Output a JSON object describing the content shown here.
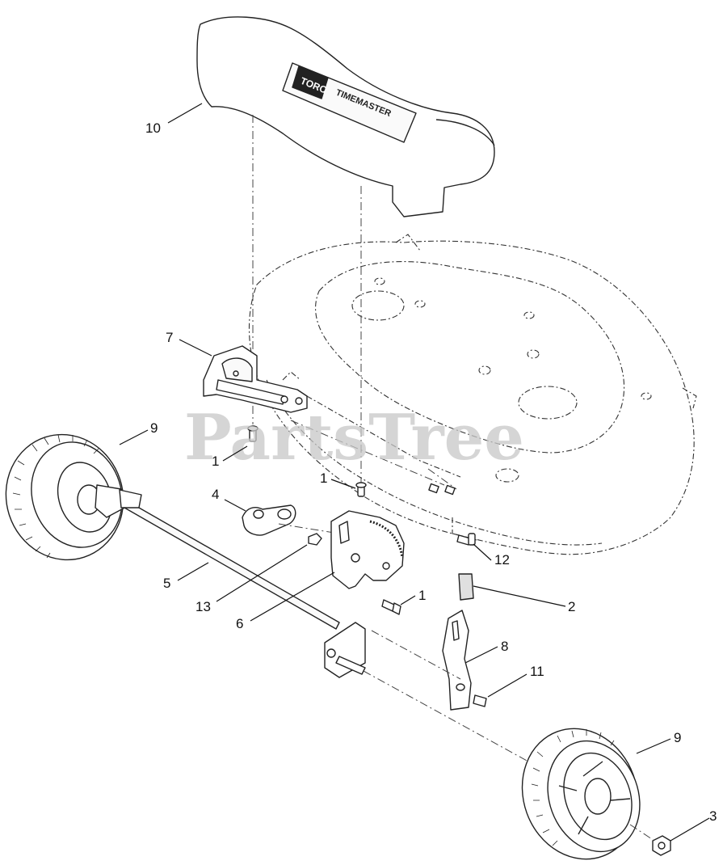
{
  "diagram": {
    "watermark": "PartsTree",
    "logo": {
      "brand": "TORO",
      "model": "TIMEMASTER"
    },
    "callouts": {
      "c10": "10",
      "c7": "7",
      "c9a": "9",
      "c1a": "1",
      "c1b": "1",
      "c1c": "1",
      "c4": "4",
      "c12": "12",
      "c5": "5",
      "c13": "13",
      "c6": "6",
      "c2": "2",
      "c8": "8",
      "c11": "11",
      "c9b": "9",
      "c3": "3"
    }
  }
}
